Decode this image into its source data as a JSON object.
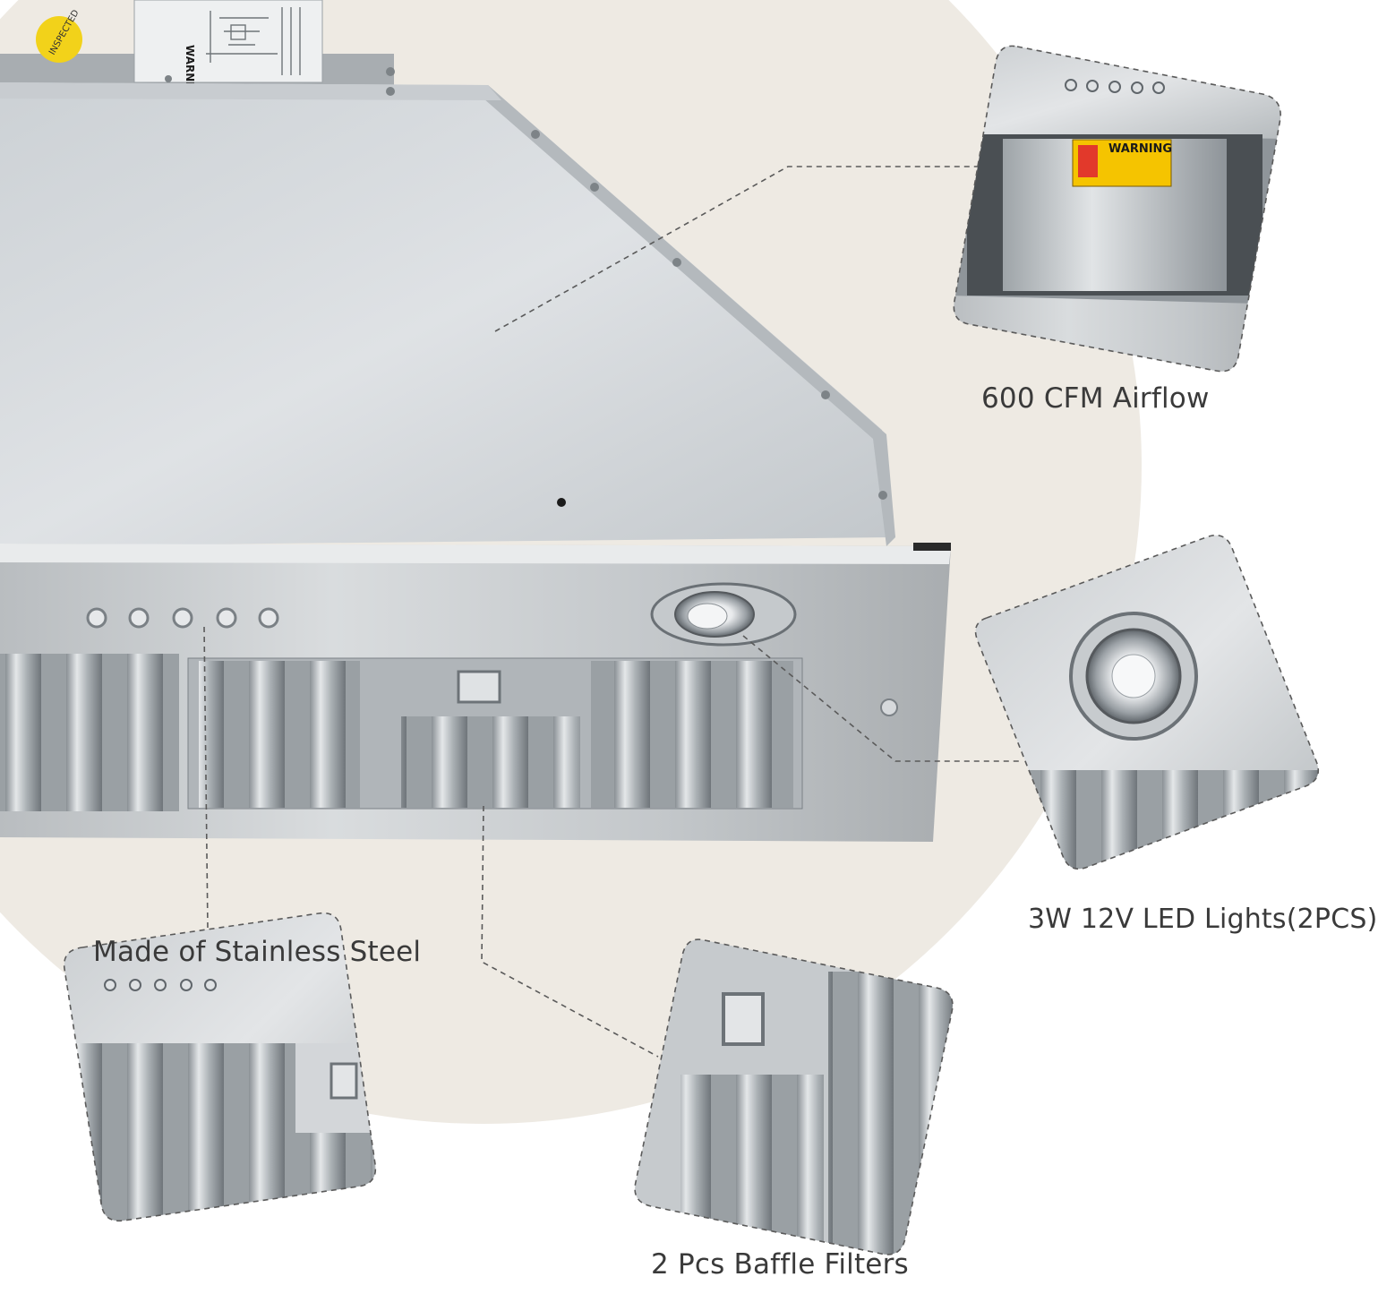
{
  "colors": {
    "background": "#ffffff",
    "backdrop_circle": "#eeeae3",
    "steel_light": "#d9dcdf",
    "steel_mid": "#bfc4c8",
    "steel_dark": "#8f959a",
    "caption_text": "#3a3a3a",
    "warning_yellow": "#f5c400",
    "label_yellow": "#f2d21a"
  },
  "labels": {
    "warning_sticker": "WARNING",
    "inspected_sticker": "INSPECTED"
  },
  "callouts": [
    {
      "id": "airflow",
      "caption": "600 CFM Airflow"
    },
    {
      "id": "led",
      "caption": "3W 12V LED Lights(2PCS)"
    },
    {
      "id": "steel",
      "caption": "Made of Stainless Steel"
    },
    {
      "id": "filters",
      "caption": "2 Pcs Baffle Filters"
    }
  ]
}
